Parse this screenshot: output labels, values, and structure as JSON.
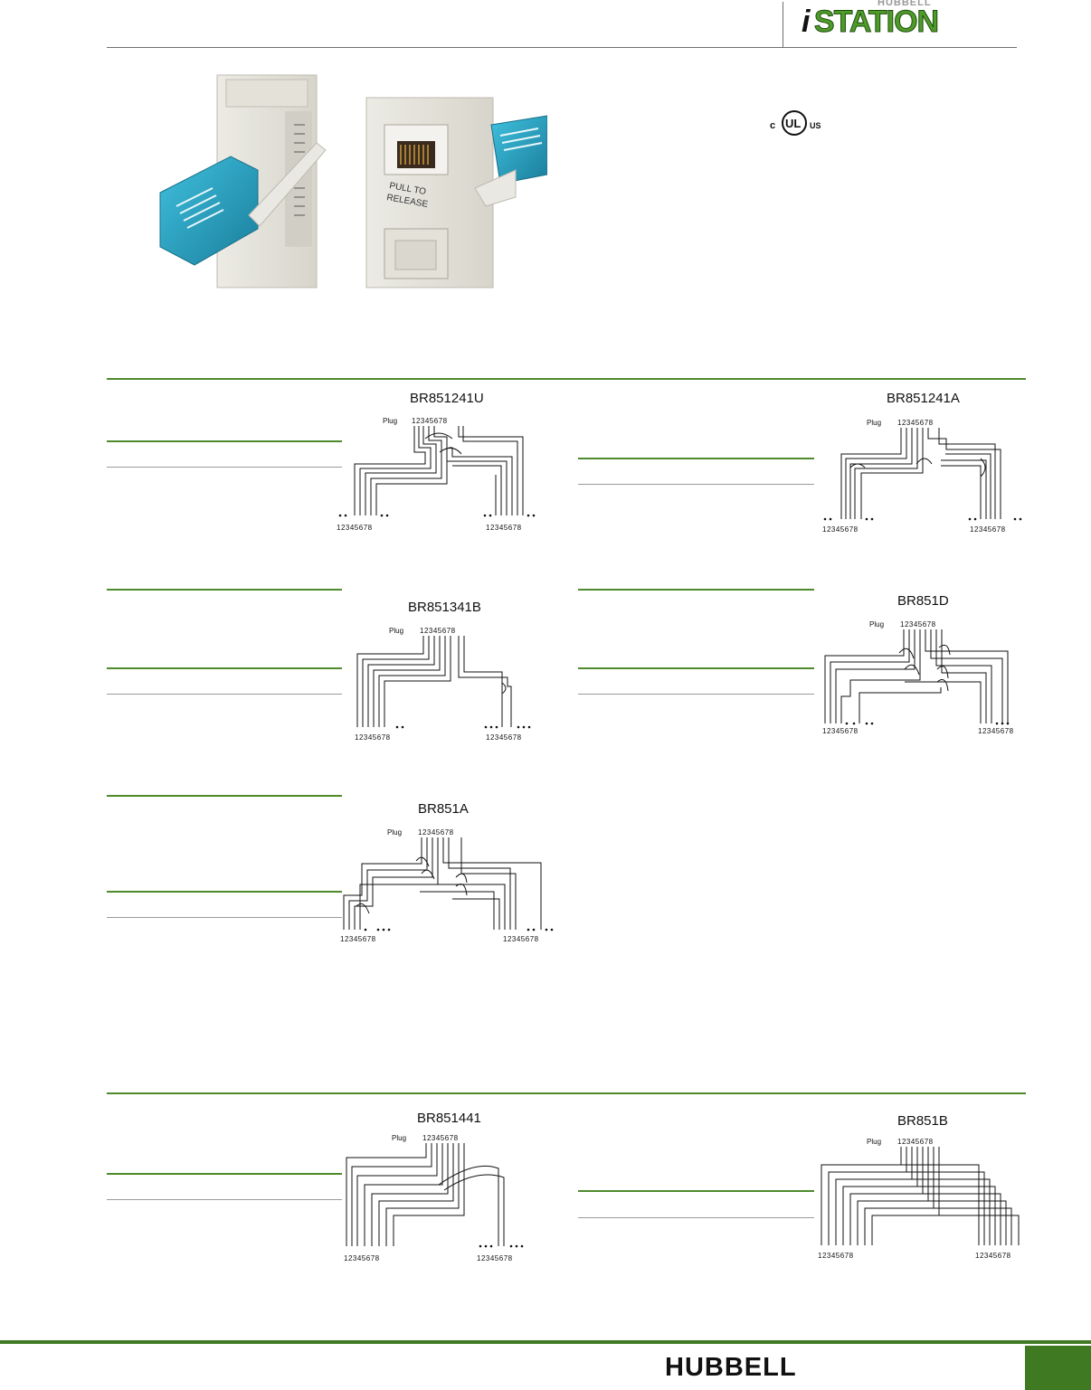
{
  "header": {
    "brand_small": "HUBBELL",
    "brand_i": "i",
    "brand_station": "STATION"
  },
  "certification": {
    "mark_left": "c",
    "mark_center": "UL",
    "mark_right": "US"
  },
  "photo": {
    "label_line1": "PULL TO",
    "label_line2": "RELEASE"
  },
  "diagrams": [
    {
      "title": "BR851241U",
      "plug_label": "Plug",
      "plug_pins": "12345678",
      "left_pins": "12345678",
      "right_pins": "12345678"
    },
    {
      "title": "BR851241A",
      "plug_label": "Plug",
      "plug_pins": "12345678",
      "left_pins": "12345678",
      "right_pins": "12345678"
    },
    {
      "title": "BR851341B",
      "plug_label": "Plug",
      "plug_pins": "12345678",
      "left_pins": "12345678",
      "right_pins": "12345678"
    },
    {
      "title": "BR851D",
      "plug_label": "Plug",
      "plug_pins": "12345678",
      "left_pins": "12345678",
      "right_pins": "12345678"
    },
    {
      "title": "BR851A",
      "plug_label": "Plug",
      "plug_pins": "12345678",
      "left_pins": "12345678",
      "right_pins": "12345678"
    },
    {
      "title": "BR851441",
      "plug_label": "Plug",
      "plug_pins": "12345678",
      "left_pins": "12345678",
      "right_pins": "12345678"
    },
    {
      "title": "BR851B",
      "plug_label": "Plug",
      "plug_pins": "12345678",
      "left_pins": "12345678",
      "right_pins": "12345678"
    }
  ],
  "footer": {
    "logo_text": "HUBBELL",
    "accent_color": "#3f7a22"
  },
  "colors": {
    "green": "#4e8a2c",
    "plug_blue": "#2aa6c8"
  }
}
